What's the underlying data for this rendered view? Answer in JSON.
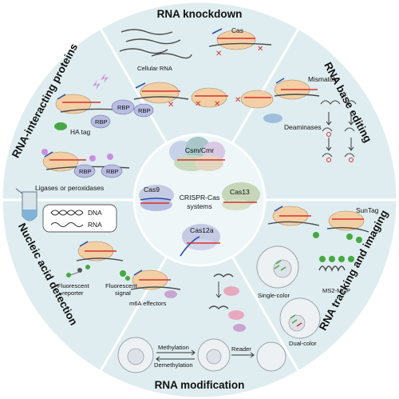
{
  "sections": {
    "top": "RNA knockdown",
    "top_right": "RNA base editing",
    "bottom_right": "RNA tracking and imaging",
    "bottom": "RNA modification",
    "bottom_left": "Nucleic acid detection",
    "top_left": "RNA-interacting proteins"
  },
  "center": {
    "systems_label": "CRISPR-Cas\nsystems",
    "systems_line1": "CRISPR-Cas",
    "systems_line2": "systems",
    "csm": "Csm/Cmr",
    "cas9": "Cas9",
    "cas13": "Cas13",
    "cas12a": "Cas12a"
  },
  "knockdown": {
    "cellular_rna": "Cellular RNA",
    "cas": "Cas"
  },
  "base_editing": {
    "mismatch": "Mismatch",
    "deaminases": "Deaminases"
  },
  "tracking": {
    "suntag": "SunTag",
    "single_color": "Single-color",
    "ms2": "MS2-MCP",
    "dual_color": "Dual-color"
  },
  "modification": {
    "m6a": "m6A effectors",
    "methylation": "Methylation",
    "demethylation": "Demethylation",
    "reader": "Reader"
  },
  "detection": {
    "dna": "DNA",
    "rna": "RNA",
    "reporter": "Fluorescent\nreporter",
    "reporter_l1": "Fluorescent",
    "reporter_l2": "reporter",
    "signal_l1": "Fluorescent",
    "signal_l2": "signal"
  },
  "interacting": {
    "rbp1": "RBP",
    "rbp2": "RBP",
    "rbp3": "RBP",
    "rbp4": "RBP",
    "rbp5": "RBP",
    "ha_tag": "HA tag",
    "ligases": "Ligases or peroxidases"
  },
  "colors": {
    "ring": "#dfedf0",
    "core": "#eef6f7",
    "cas_protein": "#f2cfa5",
    "rbp": "#b9bde0",
    "guide_red": "#d6312b",
    "guide_blue": "#2c4fa8",
    "fluor_green": "#46a843"
  }
}
